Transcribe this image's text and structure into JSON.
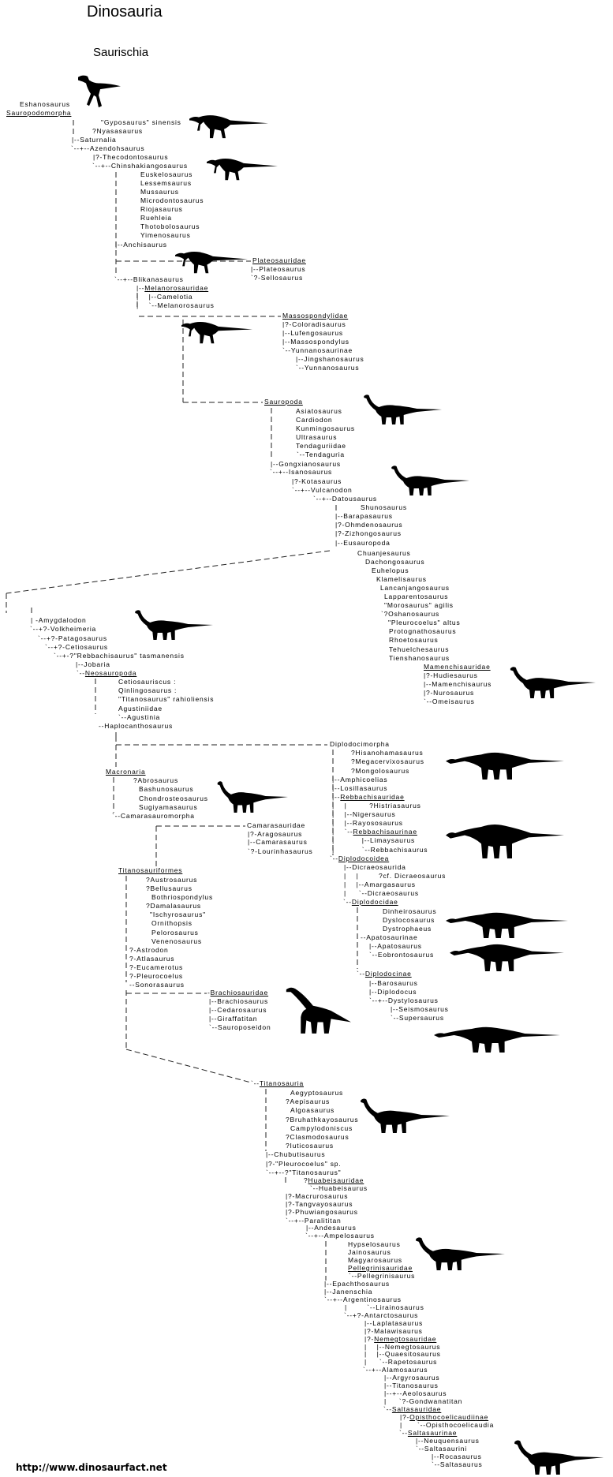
{
  "header": {
    "title": "Dinosauria",
    "subtitle": "Saurischia"
  },
  "footer": {
    "url": "http://www.dinosaurfact.net"
  },
  "colors": {
    "text": "#000000",
    "background": "#ffffff",
    "silhouette": "#000000"
  },
  "tree": {
    "lines": [
      "Eshanosaurus",
      "Sauropodomorpha",
      "\"Gyposaurus\" sinensis",
      "?Nyasasaurus",
      "|--Saturnalia",
      "`--+--Azendohsaurus",
      "|?-Thecodontosaurus",
      "`--+--Chinshakiangosaurus",
      "Euskelosaurus",
      "Lessemsaurus",
      "Mussaurus",
      "Microdontosaurus",
      "Riojasaurus",
      "Ruehleia",
      "Thotobolosaurus",
      "Yimenosaurus",
      "|--Anchisaurus",
      "Plateosauridae",
      "|--Plateosaurus",
      "`?-Sellosaurus",
      "`--+--Blikanasaurus",
      "|--Melanorosauridae",
      "|    |--Camelotia",
      "|    `--Melanorosaurus",
      "Massospondylidae",
      "|?-Coloradisaurus",
      "|--Lufengosaurus",
      "|--Massospondylus",
      "`--Yunnanosaurinae",
      "|--Jingshanosaurus",
      "`--Yunnanosaurus",
      "Sauropoda",
      "Asiatosaurus",
      "Cardiodon",
      "Kunmingosaurus",
      "Ultrasaurus",
      "Tendaguriidae",
      "`--Tendaguria",
      "|--Gongxianosaurus",
      "`--+--Isanosaurus",
      "|?-Kotasaurus",
      "`--+--Vulcanodon",
      "`--+--Datousaurus",
      "Shunosaurus",
      "|--Barapasaurus",
      "|?-Ohmdenosaurus",
      "|?-Zizhongosaurus",
      "|--Eusauropoda",
      "Chuanjesaurus",
      "Dachongosaurus",
      "Euhelopus",
      "Klamelisaurus",
      "Lancanjangosaurus",
      "Lapparentosaurus",
      "\"Morosaurus\" agilis",
      "`?Oshanosaurus",
      "\"Pleurocoelus\" altus",
      "Protognathosaurus",
      "Rhoetosaurus",
      "Tehuelchesaurus",
      "Tienshanosaurus",
      "Mamenchisauridae",
      "|?-Hudiesaurus",
      "|--Mamenchisaurus",
      "|?-Nurosaurus",
      "`--Omeisaurus",
      "| -Amygdalodon",
      "`--+?-Volkheimeria",
      "`--+?-Patagosaurus",
      "`--+?-Cetiosaurus",
      "`--+-?\"Rebbachisaurus\" tasmanensis",
      "|--Jobaria",
      "`--Neosauropoda",
      "Cetiosauriscus :",
      "Qinlingosaurus :",
      "\"Titanosaurus\" rahioliensis",
      "Agustiniidae",
      "`--Agustinia",
      "--Haplocanthosaurus",
      "Diplodocimorpha",
      "Macronaria",
      "?Abrosaurus",
      "Bashunosaurus",
      "Chondrosteosaurus",
      "Sugiyamasaurus",
      "`--Camarasauromorpha",
      "Camarasauridae",
      "|?-Aragosaurus",
      "|--Camarasaurus",
      "`?-Lourinhasaurus",
      "Titanosauriformes",
      "?Austrosaurus",
      "?Bellusaurus",
      "Bothriospondylus",
      "?Damalasaurus",
      "\"Ischyrosaurus\"",
      "Ornithopsis",
      "Pelorosaurus",
      "Venenosaurus",
      "?-Astrodon",
      "?-Atlasaurus",
      "?-Eucamerotus",
      "?-Pleurocoelus",
      "--Sonorasaurus",
      "-Brachiosauridae",
      "|--Brachiosaurus",
      "|--Cedarosaurus",
      "|--Giraffatitan",
      "`--Sauroposeidon",
      "`--Titanosauria",
      "Aegyptosaurus",
      "?Aepisaurus",
      "Algoasaurus",
      "?Bruhathkayosaurus",
      "Campylodoniscus",
      "?Clasmodosaurus",
      "?Iuticosaurus",
      "|--Chubutisaurus",
      "|?-\"Pleurocoelus\" sp.",
      "`--+--?\"Titanosaurus\"",
      "?Huabeisauridae",
      "`--Huabeisaurus",
      "|?-Macrurosaurus",
      "|?-Tangvayosaurus",
      "|?-Phuwiangosaurus",
      "`--+--Paralititan",
      "|--Andesaurus",
      "`--+--Ampelosaurus",
      "Hypselosaurus",
      "Jainosaurus",
      "Magyarosaurus",
      "Pellegrinisauridae",
      "`--Pellegrinisaurus",
      "|--Epachthosaurus",
      "|--Janenschia",
      "`--+--Argentinosaurus",
      "|        `--Lirainosaurus",
      "`--+?-Antarctosaurus",
      "|--Laplatasaurus",
      "|?-Malawisaurus",
      "|?-Nemegtosauridae",
      "|    |--Nemegtosaurus",
      "|    |--Quaesitosaurus",
      "|     `--Rapetosaurus",
      "`--+--Alamosaurus",
      "|--Argyrosaurus",
      "|--Titanosaurus",
      "|--+--Aeolosaurus",
      "|     `?-Gondwanatitan",
      "`--Saltasauridae",
      "|?-Opisthocoelicaudiinae",
      "|      `--Opisthocoelicaudia",
      "`--Saltasaurinae",
      "|--Neuquensaurus",
      "`--Saltasaurini",
      "|--Rocasaurus",
      "`--Saltasaurus",
      "?Hisanohamasaurus",
      "?Megacervixosaurus",
      "?Mongolosaurus",
      "|--Amphicoelias",
      "|--Losillasaurus",
      "|--Rebbachisauridae",
      "|    |         ?Histriasaurus",
      "|    |--Nigersaurus",
      "|    |--Rayososaurus",
      "|    `--Rebbachisaurinae",
      "|           |--Limaysaurus",
      "|           `--Rebbachisaurus",
      "`--Diplodocoidea",
      "|--Dicraeosaurida",
      "|    |        ?cf. Dicraeosaurus",
      "|    |--Amargasaurus",
      "|     `--Dicraeosaurus",
      "`--Diplodocidae",
      "Dinheirosaurus",
      "Dyslocosaurus",
      "Dystrophaeus",
      "--Apatosaurinae",
      "|--Apatosaurus",
      "`--Eobrontosaurus",
      "`--Diplodocinae",
      "|--Barosaurus",
      "|--Diplodocus",
      "`--+--Dystylosaurus",
      "|--Seismosaurus",
      "`--Supersaurus"
    ]
  },
  "silhouettes": [
    "theropod-silhouette",
    "prosauropod-silhouette",
    "prosauropod-silhouette",
    "prosauropod-silhouette",
    "prosauropod-silhouette",
    "sauropod-silhouette",
    "sauropod-silhouette",
    "sauropod-silhouette",
    "sauropod-silhouette",
    "sauropod-silhouette",
    "brachiosaur-silhouette",
    "sauropod-silhouette",
    "sauropod-silhouette",
    "sauropod-silhouette",
    "diplodocid-silhouette",
    "diplodocid-silhouette",
    "diplodocid-silhouette",
    "diplodocid-silhouette",
    "diplodocid-silhouette"
  ]
}
